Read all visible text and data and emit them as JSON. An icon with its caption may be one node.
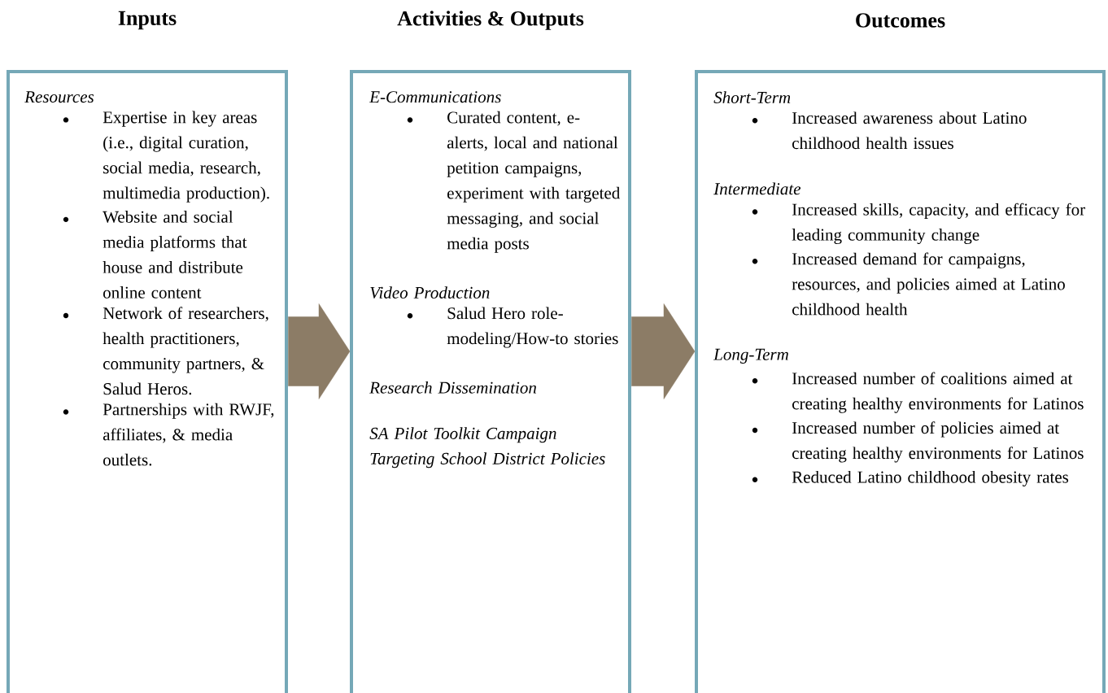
{
  "diagram": {
    "nodes": [
      {
        "text": [
          "Inputs",
          "Resources",
          "Expertise in key areas (i.e., digital curation, social media, research, multimedia production).",
          "Website and social media platforms that house and distribute online content",
          "Network of researchers, health practitioners, community partners, & Salud Heros.",
          "Partnerships with RWJF, affiliates, & media outlets."
        ]
      },
      {
        "text": [
          "Activities & Outputs",
          "E-Communications",
          "Curated content, e-alerts, local and national petition campaigns, experiment with targeted messaging, and social media posts",
          "Video Production",
          "Salud Hero role-modeling/How-to stories",
          "Research Dissemination",
          "SA Pilot Toolkit Campaign Targeting School District Policies"
        ]
      },
      {
        "text": [
          "Outcomes",
          "Short-Term",
          "Increased awareness about Latino childhood health issues",
          "Intermediate",
          "Increased skills, capacity, and efficacy for leading community change",
          "Increased demand for campaigns, resources, and policies aimed at Latino childhood health",
          "Long-Term",
          "Increased number of coalitions aimed at creating healthy environments for Latinos",
          "Increased number of policies aimed at creating healthy environments for Latinos",
          "Reduced Latino childhood obesity rates"
        ]
      }
    ],
    "edges": [
      {
        "from": 0,
        "to": 1,
        "arrow": "to"
      },
      {
        "from": 1,
        "to": 2,
        "arrow": "to"
      }
    ]
  }
}
